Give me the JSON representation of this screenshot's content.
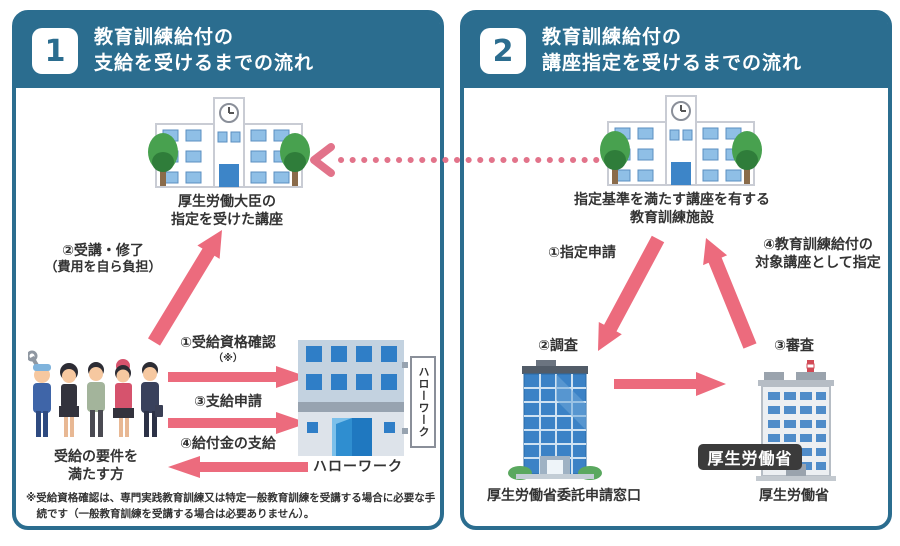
{
  "colors": {
    "teal": "#2b6d8f",
    "pink": "#ec6b7d",
    "pink_dotted": "#e2738a",
    "text": "#333333"
  },
  "icons": {
    "school": "school-building-icon",
    "people": "applicants-group-icon",
    "hellowork": "hellowork-office-icon",
    "office_tower": "office-tower-icon",
    "mhlw_building": "government-building-icon",
    "flow_arrow": "flow-arrow-icon",
    "dotted_arrow": "dotted-arrow-icon",
    "clock": "clock-icon",
    "tree": "tree-icon"
  },
  "panel1": {
    "number": "1",
    "title_line1": "教育訓練給付の",
    "title_line2": "支給を受けるまでの流れ",
    "school_label_line1": "厚生労働大臣の",
    "school_label_line2": "指定を受けた講座",
    "step2_label": "②受講・修了",
    "step2_sub": "（費用を自ら負担）",
    "step1_label": "①受給資格確認",
    "step1_note": "（※）",
    "step3_label": "③支給申請",
    "step4_label": "④給付金の支給",
    "people_label_line1": "受給の要件を",
    "people_label_line2": "満たす方",
    "hellowork_sign": "ハローワーク",
    "hellowork_label": "ハローワーク",
    "footnote": "※受給資格確認は、専門実践教育訓練又は特定一般教育訓練を受講する場合に必要な手続です（一般教育訓練を受講する場合は必要ありません）。"
  },
  "panel2": {
    "number": "2",
    "title_line1": "教育訓練給付の",
    "title_line2": "講座指定を受けるまでの流れ",
    "facility_label_line1": "指定基準を満たす講座を有する",
    "facility_label_line2": "教育訓練施設",
    "step1_label": "①指定申請",
    "step4_line1": "④教育訓練給付の",
    "step4_line2": "対象講座として指定",
    "step2_label": "②調査",
    "step3_label": "③審査",
    "window_label": "厚生労働省委託申請窓口",
    "mhlw_badge": "厚生労働省",
    "mhlw_label": "厚生労働省"
  }
}
